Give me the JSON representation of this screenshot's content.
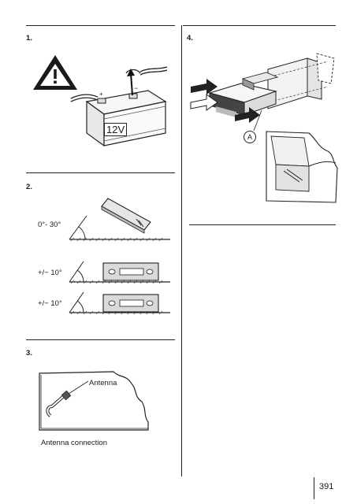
{
  "steps": {
    "s1": "1.",
    "s2": "2.",
    "s3": "3.",
    "s4": "4."
  },
  "battery": {
    "voltage": "12V"
  },
  "angles": {
    "tilt": "0°- 30°",
    "level1": "+/− 10°",
    "level2": "+/− 10°"
  },
  "antenna": {
    "callout": "Antenna",
    "caption": "Antenna connection"
  },
  "mounting": {
    "callout": "A"
  },
  "footer": {
    "page_number": "391"
  }
}
